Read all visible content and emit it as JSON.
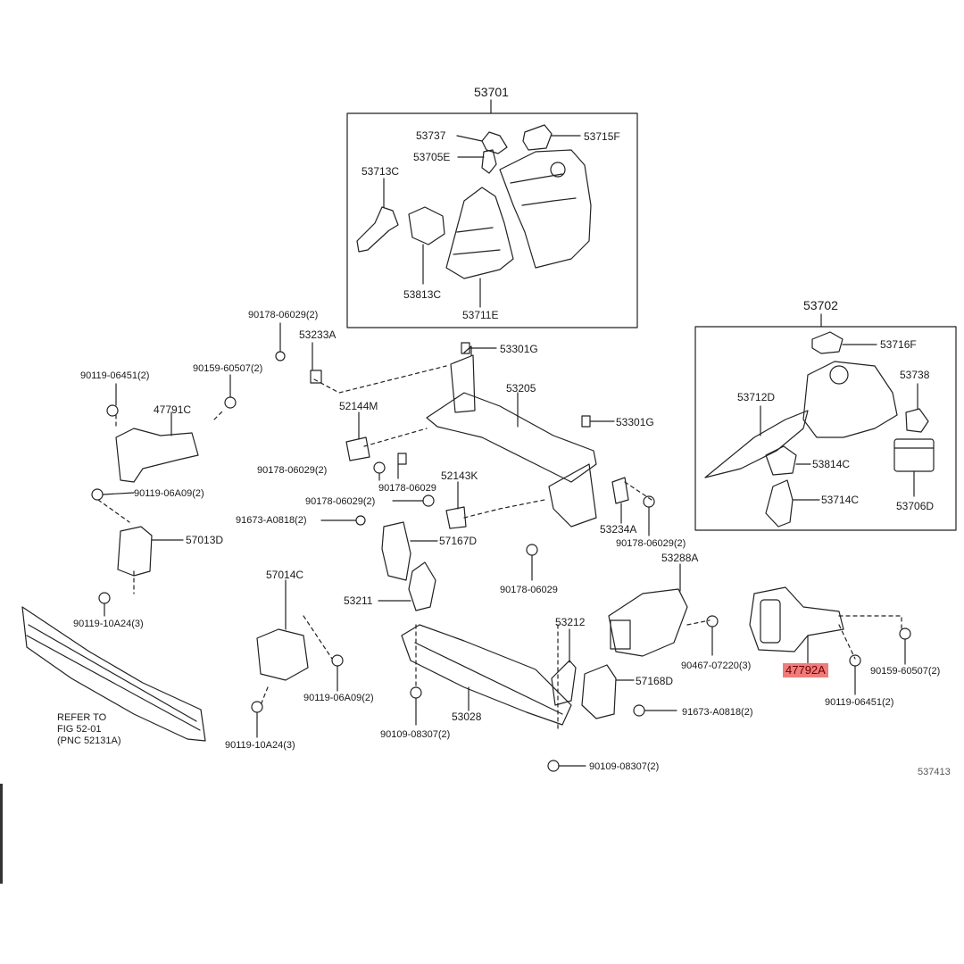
{
  "labels": {
    "p53701": "53701",
    "p53737": "53737",
    "p53715F": "53715F",
    "p53705E": "53705E",
    "p53713C": "53713C",
    "p53813C": "53813C",
    "p53711E": "53711E",
    "p53702": "53702",
    "p53716F": "53716F",
    "p53738": "53738",
    "p53712D": "53712D",
    "p53814C": "53814C",
    "p53714C": "53714C",
    "p53706D": "53706D",
    "p90178_06029_2_a": "90178-06029(2)",
    "p53233A": "53233A",
    "p53301G_a": "53301G",
    "p90119_06451_2_a": "90119-06451(2)",
    "p90159_60507_2_a": "90159-60507(2)",
    "p53205": "53205",
    "p47791C": "47791C",
    "p52144M": "52144M",
    "p53301G_b": "53301G",
    "p90178_06029_2_b": "90178-06029(2)",
    "p90178_06029_a": "90178-06029",
    "p52143K": "52143K",
    "p90119_06A09_2_a": "90119-06A09(2)",
    "p90178_06029_2_c": "90178-06029(2)",
    "p91673_A0818_2_a": "91673-A0818(2)",
    "p57167D": "57167D",
    "p53234A": "53234A",
    "p90178_06029_2_d": "90178-06029(2)",
    "p57013D": "57013D",
    "p53288A": "53288A",
    "p57014C": "57014C",
    "p53211": "53211",
    "p90178_06029_b": "90178-06029",
    "p90119_10A24_3_a": "90119-10A24(3)",
    "p53212": "53212",
    "p90467_07220_3": "90467-07220(3)",
    "p47792A": "47792A",
    "p90159_60507_2_b": "90159-60507(2)",
    "p57168D": "57168D",
    "p90119_06451_2_b": "90119-06451(2)",
    "p90119_06A09_2_b": "90119-06A09(2)",
    "p91673_A0818_2_b": "91673-A0818(2)",
    "p53028": "53028",
    "p90119_10A24_3_b": "90119-10A24(3)",
    "p90109_08307_2_a": "90109-08307(2)",
    "p90109_08307_2_b": "90109-08307(2)",
    "fig_code": "537413"
  },
  "refer_note": {
    "line1": "REFER TO",
    "line2": "FIG 52-01",
    "line3": "(PNC 52131A)"
  },
  "highlight_color": "#f07b7b"
}
